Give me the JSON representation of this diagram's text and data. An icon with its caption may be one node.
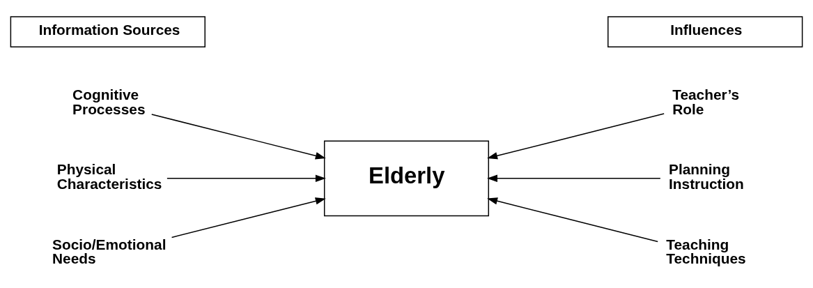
{
  "diagram": {
    "nodes": [
      {
        "text": [
          "Information Sources"
        ]
      },
      {
        "text": [
          "Influences"
        ]
      },
      {
        "text": [
          "Cognitive Processes"
        ]
      },
      {
        "text": [
          "Physical Characteristics"
        ]
      },
      {
        "text": [
          "Socio/Emotional Needs"
        ]
      },
      {
        "text": [
          "Elderly"
        ]
      },
      {
        "text": [
          "Teacher’s Role"
        ]
      },
      {
        "text": [
          "Planning Instruction"
        ]
      },
      {
        "text": [
          "Teaching Techniques"
        ]
      }
    ],
    "edges": [
      {
        "from": 2,
        "to": 5,
        "arrow": "to"
      },
      {
        "from": 3,
        "to": 5,
        "arrow": "to"
      },
      {
        "from": 4,
        "to": 5,
        "arrow": "to"
      },
      {
        "from": 6,
        "to": 5,
        "arrow": "to"
      },
      {
        "from": 7,
        "to": 5,
        "arrow": "to"
      },
      {
        "from": 8,
        "to": 5,
        "arrow": "to"
      }
    ]
  }
}
